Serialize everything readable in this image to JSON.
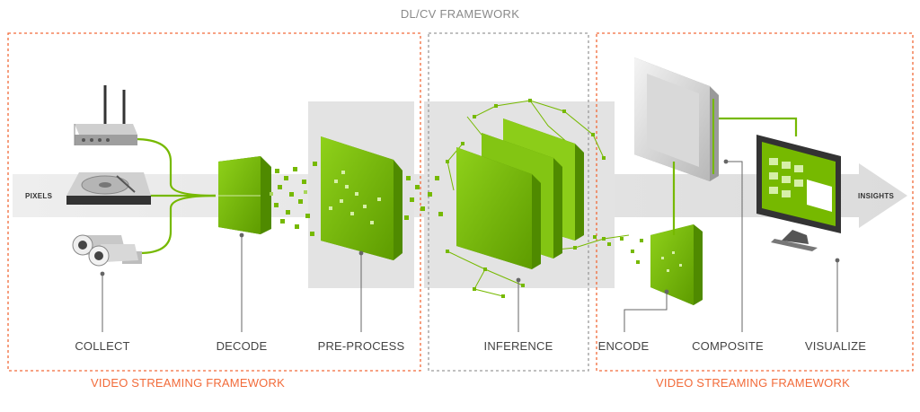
{
  "top": {
    "framework_title": "DL/CV FRAMEWORK"
  },
  "bottom": {
    "left_framework": "VIDEO STREAMING FRAMEWORK",
    "right_framework": "VIDEO STREAMING FRAMEWORK"
  },
  "arrow": {
    "start_label": "PIXELS",
    "end_label": "INSIGHTS"
  },
  "stages": [
    {
      "label": "COLLECT"
    },
    {
      "label": "DECODE"
    },
    {
      "label": "PRE-PROCESS"
    },
    {
      "label": "INFERENCE"
    },
    {
      "label": "ENCODE"
    },
    {
      "label": "COMPOSITE"
    },
    {
      "label": "VISUALIZE"
    }
  ],
  "colors": {
    "accent_green": "#76b900",
    "frame_orange": "#f26b3a",
    "frame_gray": "#9a9a9a",
    "panel_gray": "#e6e6e6"
  },
  "icons": [
    "wireless-router-icon",
    "hard-drive-icon",
    "security-camera-icon",
    "monitor-dashboard-icon",
    "server-box-icon"
  ]
}
